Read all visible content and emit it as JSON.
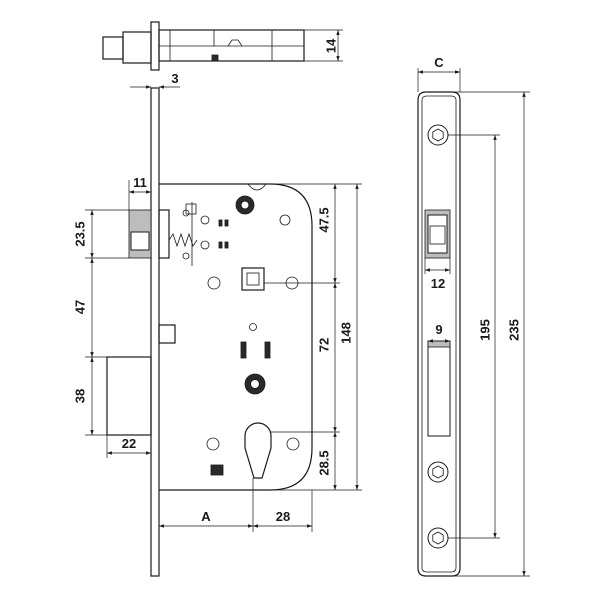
{
  "dimensions": {
    "bolt_thickness": "14",
    "forend_thickness": "3",
    "latch_offset": "11",
    "latch_height": "23.5",
    "latch_to_spindle": "47",
    "deadbolt_height": "38",
    "deadbolt_throw": "22",
    "backset": "A",
    "cylinder_offset": "28",
    "case_top": "47.5",
    "spindle_to_cylinder": "72",
    "case_height": "148",
    "cylinder_to_bottom": "28.5",
    "forend_width": "C",
    "latch_width": "12",
    "slot_width": "9",
    "screw_spacing": "195",
    "forend_length": "235"
  },
  "colors": {
    "line": "#1a1a1a",
    "fill_grey": "#bdbdbd",
    "fill_dark": "#2a2a2a",
    "background": "#ffffff"
  },
  "icons": [
    "arrow-icon",
    "screw-icon",
    "spring-icon"
  ]
}
